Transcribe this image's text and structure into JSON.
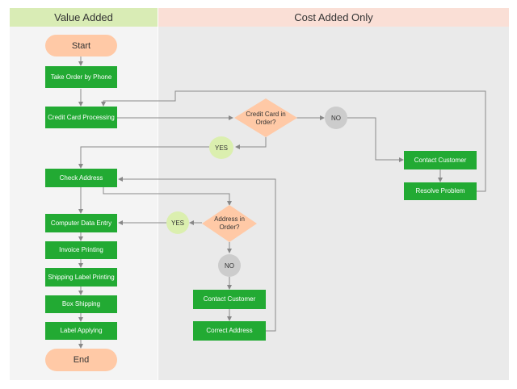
{
  "lanes": {
    "value_added": "Value Added",
    "cost_added": "Cost Added Only"
  },
  "terminals": {
    "start": "Start",
    "end": "End"
  },
  "steps": {
    "take_order": "Take Order by Phone",
    "credit_card_processing": "Credit Card Processing",
    "check_address": "Check Address",
    "computer_data_entry": "Computer Data Entry",
    "invoice_printing": "Invoice Printing",
    "shipping_label_printing": "Shipping Label Printing",
    "box_shipping": "Box Shipping",
    "label_applying": "Label Applying",
    "contact_customer_1": "Contact Customer",
    "resolve_problem": "Resolve Problem",
    "contact_customer_2": "Contact Customer",
    "correct_address": "Correct Address"
  },
  "decisions": {
    "credit_card": "Credit Card in Order?",
    "address": "Address in Order?"
  },
  "branches": {
    "yes": "YES",
    "no": "NO"
  },
  "colors": {
    "value_lane_header": "#d9ecb5",
    "cost_lane_header": "#fadfd6",
    "value_lane_body": "#f4f4f4",
    "cost_lane_body": "#eaeaea",
    "process": "#22aa33",
    "terminal": "#ffc9a6",
    "decision": "#ffc9a6",
    "yes_circle": "#dbefaf",
    "no_circle": "#cccccc"
  }
}
